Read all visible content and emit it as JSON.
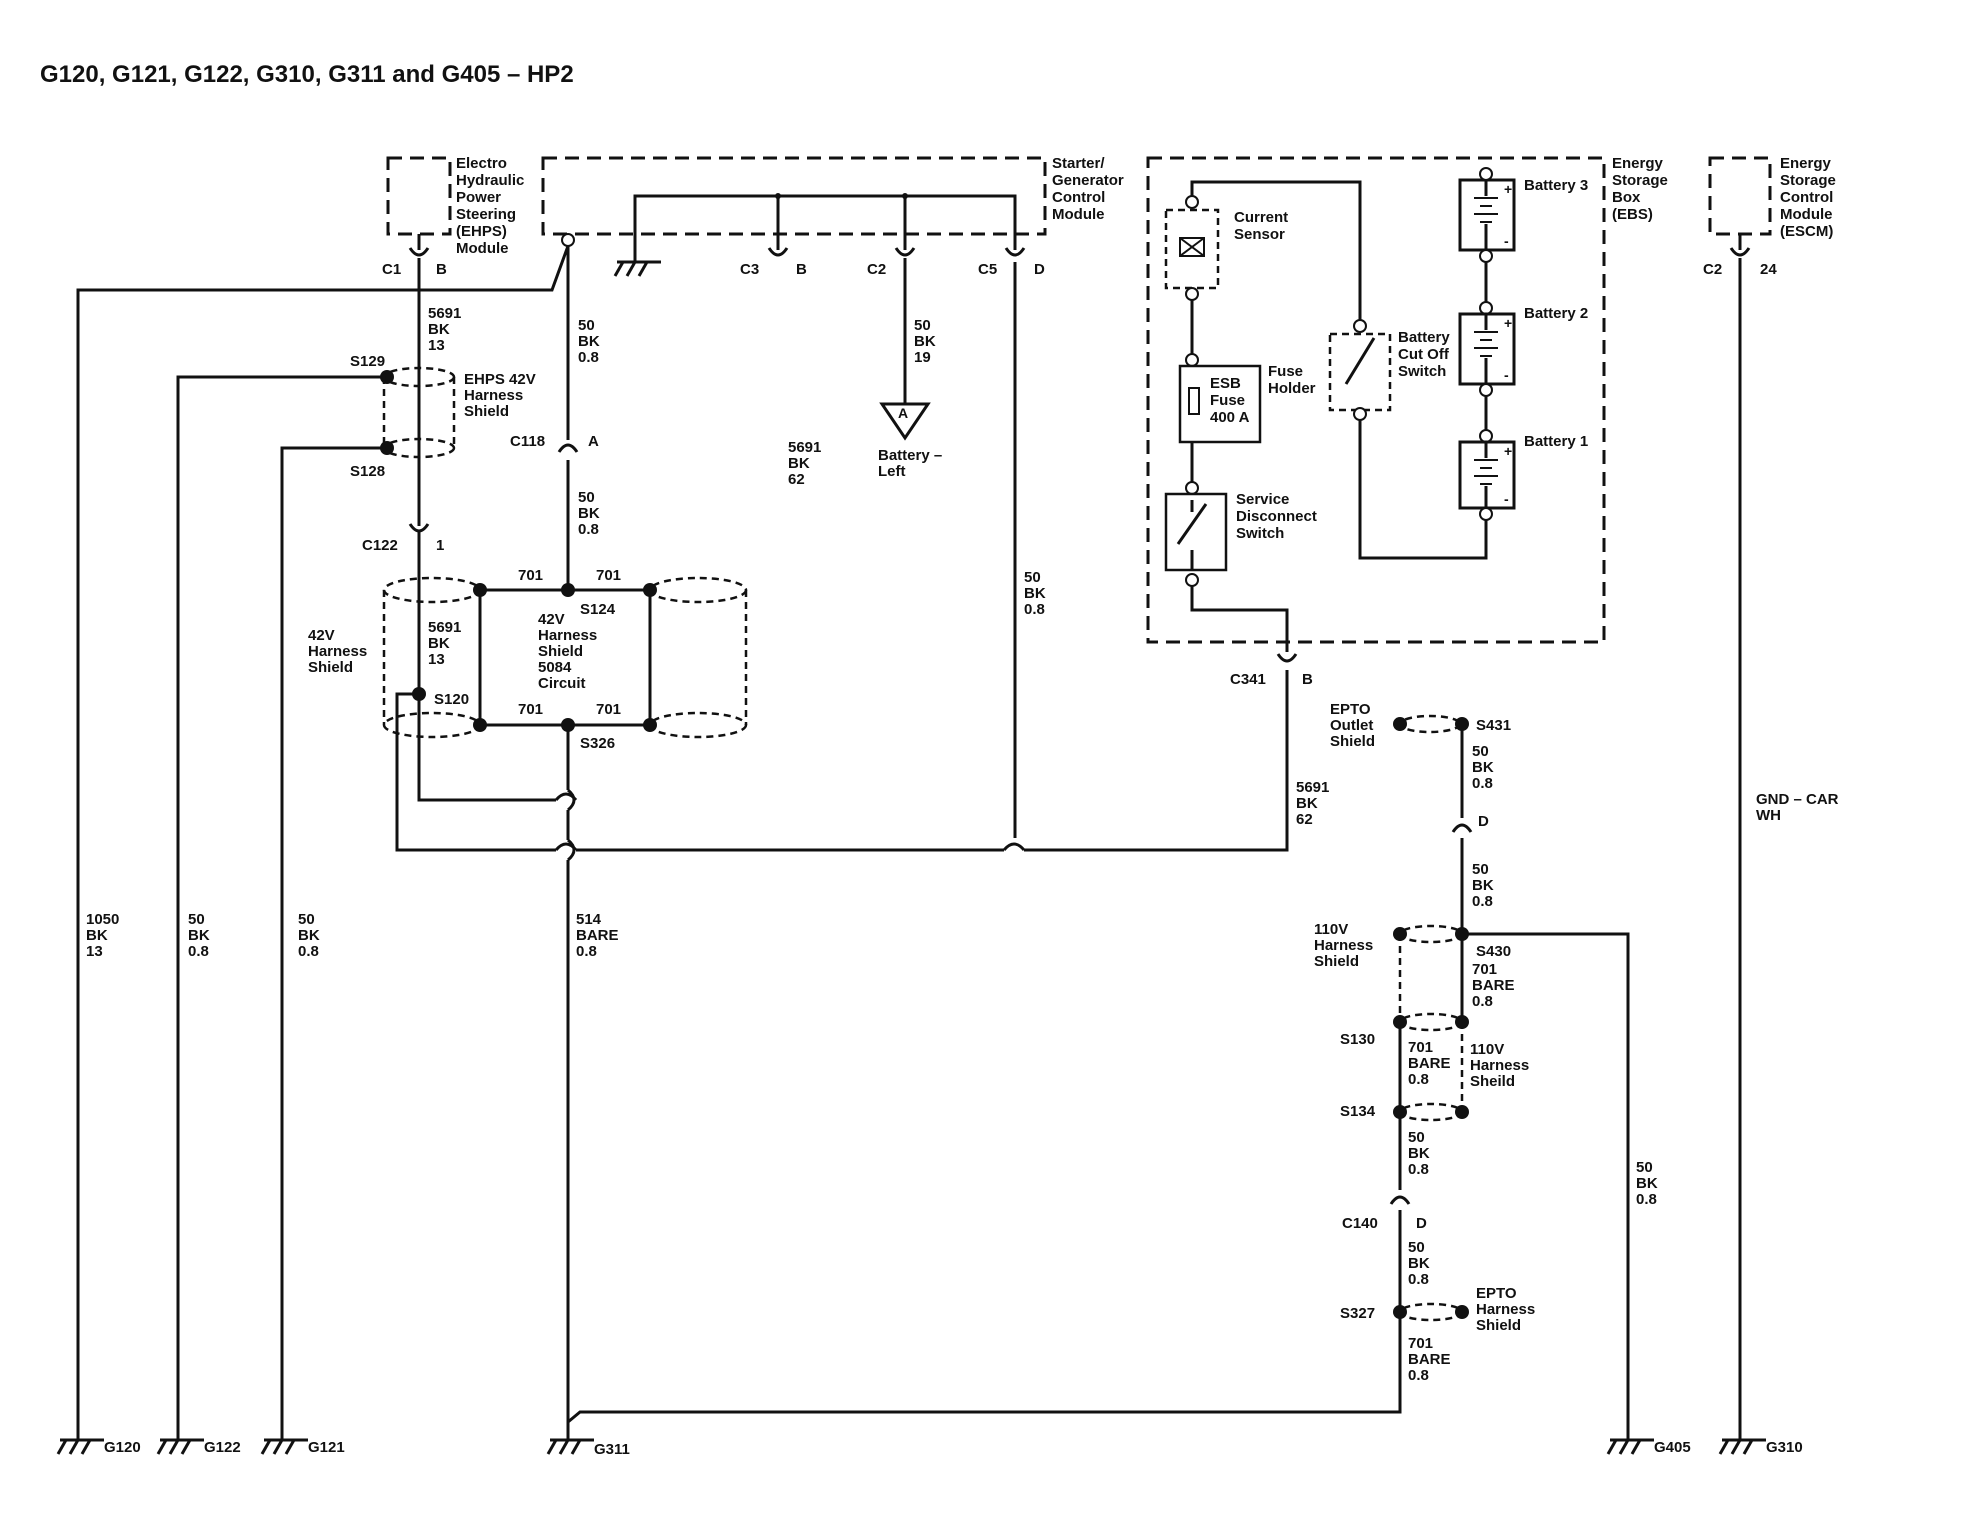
{
  "title": "G120, G121, G122, G310, G311 and G405 – HP2",
  "modules": {
    "ehps": [
      "Electro",
      "Hydraulic",
      "Power",
      "Steering",
      "(EHPS)",
      "Module"
    ],
    "sgcm": [
      "Starter/",
      "Generator",
      "Control",
      "Module"
    ],
    "ebs": [
      "Energy",
      "Storage",
      "Box",
      "(EBS)"
    ],
    "escm": [
      "Energy",
      "Storage",
      "Control",
      "Module",
      "(ESCM)"
    ]
  },
  "connectors": {
    "c1": "C1",
    "c1_pin": "B",
    "c3": "C3",
    "c3_pin": "B",
    "c2_sgcm": "C2",
    "c5": "C5",
    "c5_pin": "D",
    "c2_escm": "C2",
    "c2_escm_pin": "24",
    "c118": "C118",
    "c118_pin": "A",
    "c122": "C122",
    "c122_pin": "1",
    "c341": "C341",
    "c341_pin": "B",
    "c140": "C140",
    "c140_pin": "D",
    "epto_pin": "D"
  },
  "splices": {
    "s129": "S129",
    "s128": "S128",
    "s124": "S124",
    "s120": "S120",
    "s326": "S326",
    "s431": "S431",
    "s430": "S430",
    "s130": "S130",
    "s134": "S134",
    "s327": "S327"
  },
  "wires": {
    "w5691_13_top": [
      "5691",
      "BK",
      "13"
    ],
    "w50_08_c118_top": [
      "50",
      "BK",
      "0.8"
    ],
    "w50_19": [
      "50",
      "BK",
      "19"
    ],
    "w50_08_c118_bot": [
      "50",
      "BK",
      "0.8"
    ],
    "w5691_62_c3": [
      "5691",
      "BK",
      "62"
    ],
    "w50_08_c5": [
      "50",
      "BK",
      "0.8"
    ],
    "w5691_13_mid": [
      "5691",
      "BK",
      "13"
    ],
    "w701_a": "701",
    "w701_b": "701",
    "w701_c": "701",
    "w701_d": "701",
    "w1050": [
      "1050",
      "BK",
      "13"
    ],
    "w50_g122": [
      "50",
      "BK",
      "0.8"
    ],
    "w50_g121": [
      "50",
      "BK",
      "0.8"
    ],
    "w514": [
      "514",
      "BARE",
      "0.8"
    ],
    "w5691_62_c341": [
      "5691",
      "BK",
      "62"
    ],
    "w50_s431": [
      "50",
      "BK",
      "0.8"
    ],
    "w50_s430_top": [
      "50",
      "BK",
      "0.8"
    ],
    "w701_s430": [
      "701",
      "BARE",
      "0.8"
    ],
    "w701_s130": [
      "701",
      "BARE",
      "0.8"
    ],
    "w50_s134": [
      "50",
      "BK",
      "0.8"
    ],
    "w50_c140": [
      "50",
      "BK",
      "0.8"
    ],
    "w701_s327": [
      "701",
      "BARE",
      "0.8"
    ],
    "w50_g405": [
      "50",
      "BK",
      "0.8"
    ],
    "gnd_car": [
      "GND – CAR",
      "WH"
    ]
  },
  "shields": {
    "ehps42v": [
      "EHPS 42V",
      "Harness",
      "Shield"
    ],
    "h42v_left": [
      "42V",
      "Harness",
      "Shield"
    ],
    "h42v_center": [
      "42V",
      "Harness",
      "Shield",
      "5084",
      "Circuit"
    ],
    "epto_outlet": [
      "EPTO",
      "Outlet",
      "Shield"
    ],
    "h110v_left": [
      "110V",
      "Harness",
      "Shield"
    ],
    "h110v_right": [
      "110V",
      "Harness",
      "Sheild"
    ],
    "epto_harness": [
      "EPTO",
      "Harness",
      "Shield"
    ]
  },
  "components": {
    "current_sensor": [
      "Current",
      "Sensor"
    ],
    "fuse_holder": [
      "Fuse",
      "Holder"
    ],
    "esb_fuse": [
      "ESB",
      "Fuse",
      "400 A"
    ],
    "service_switch": [
      "Service",
      "Disconnect",
      "Switch"
    ],
    "battery_cutoff": [
      "Battery",
      "Cut Off",
      "Switch"
    ],
    "battery3": "Battery 3",
    "battery2": "Battery 2",
    "battery1": "Battery 1",
    "battery_left": [
      "Battery –",
      "Left"
    ],
    "battery_left_flag": "A"
  },
  "grounds": {
    "g120": "G120",
    "g122": "G122",
    "g121": "G121",
    "g311": "G311",
    "g405": "G405",
    "g310": "G310"
  }
}
